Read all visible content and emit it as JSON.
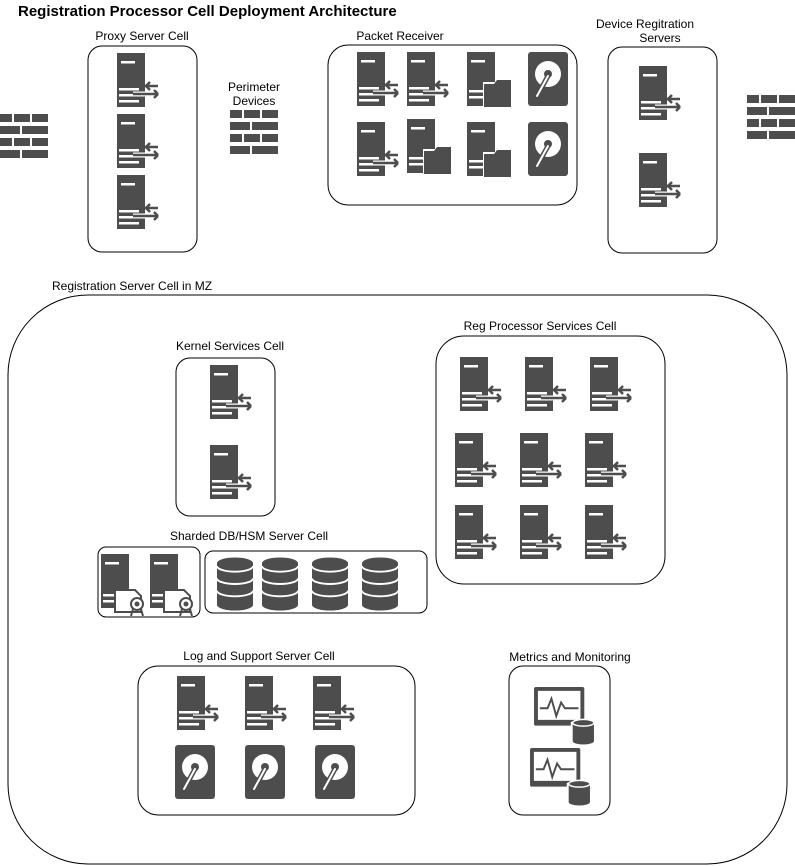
{
  "diagram": {
    "title": "Registration Processor Cell Deployment Architecture",
    "colors": {
      "icon": "#4d4d4d",
      "stroke": "#000000",
      "background": "#ffffff"
    },
    "labels": {
      "proxy": "Proxy Server Cell",
      "perimeter_line1": "Perimeter",
      "perimeter_line2": "Devices",
      "packet": "Packet Receiver",
      "device_line1": "Device Regitration",
      "device_line2": "Servers",
      "mz": "Registration Server Cell in MZ",
      "kernel": "Kernel Services Cell",
      "regproc": "Reg Processor Services Cell",
      "sharded": "Sharded DB/HSM Server Cell",
      "log": "Log and Support Server Cell",
      "metrics": "Metrics and Monitoring"
    }
  }
}
